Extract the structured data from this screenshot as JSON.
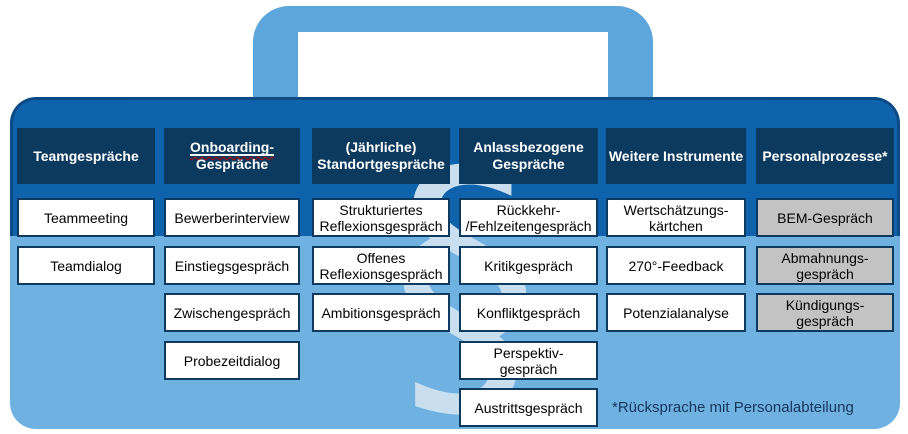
{
  "watermark_glyph": "§",
  "footnote": "*Rücksprache mit Personalabteilung",
  "colors": {
    "handle_blue": "#5CA6DB",
    "band_blue": "#0F63AD",
    "body_blue": "#6FB2E2",
    "header_navy": "#0C3A5F",
    "box_border_navy": "#0E3A5F",
    "gray_item_fill": "#C3C3C3",
    "footnote_navy": "#16365C",
    "spellcheck_red": "#C00000",
    "watermark_blue": "#C9DFF0"
  },
  "columns": [
    {
      "header": {
        "line1": "Teamgespräche"
      },
      "items": [
        "Teammeeting",
        "Teamdialog"
      ]
    },
    {
      "header": {
        "line1": "Onboarding-",
        "line2": "Gespräche"
      },
      "items": [
        "Bewerberinterview",
        "Einstiegsgespräch",
        "Zwischengespräch",
        "Probezeitdialog"
      ]
    },
    {
      "header": {
        "line1": "(Jährliche)",
        "line2": "Standortgespräche"
      },
      "items": [
        "Strukturiertes\nReflexionsgespräch",
        "Offenes\nReflexionsgespräch",
        "Ambitionsgespräch"
      ]
    },
    {
      "header": {
        "line1": "Anlassbezogene",
        "line2": "Gespräche"
      },
      "items": [
        "Rückkehr-\n/Fehlzeitengespräch",
        "Kritikgespräch",
        "Konfliktgespräch",
        "Perspektiv-\ngespräch",
        "Austrittsgespräch"
      ]
    },
    {
      "header": {
        "line1": "Weitere Instrumente"
      },
      "items": [
        "Wertschätzungs-\nkärtchen",
        "270°-Feedback",
        "Potenzialanalyse"
      ]
    },
    {
      "header": {
        "line1": "Personalprozesse*"
      },
      "items": [
        "BEM-Gespräch",
        "Abmahnungs-\ngespräch",
        "Kündigungs-\ngespräch"
      ]
    }
  ]
}
